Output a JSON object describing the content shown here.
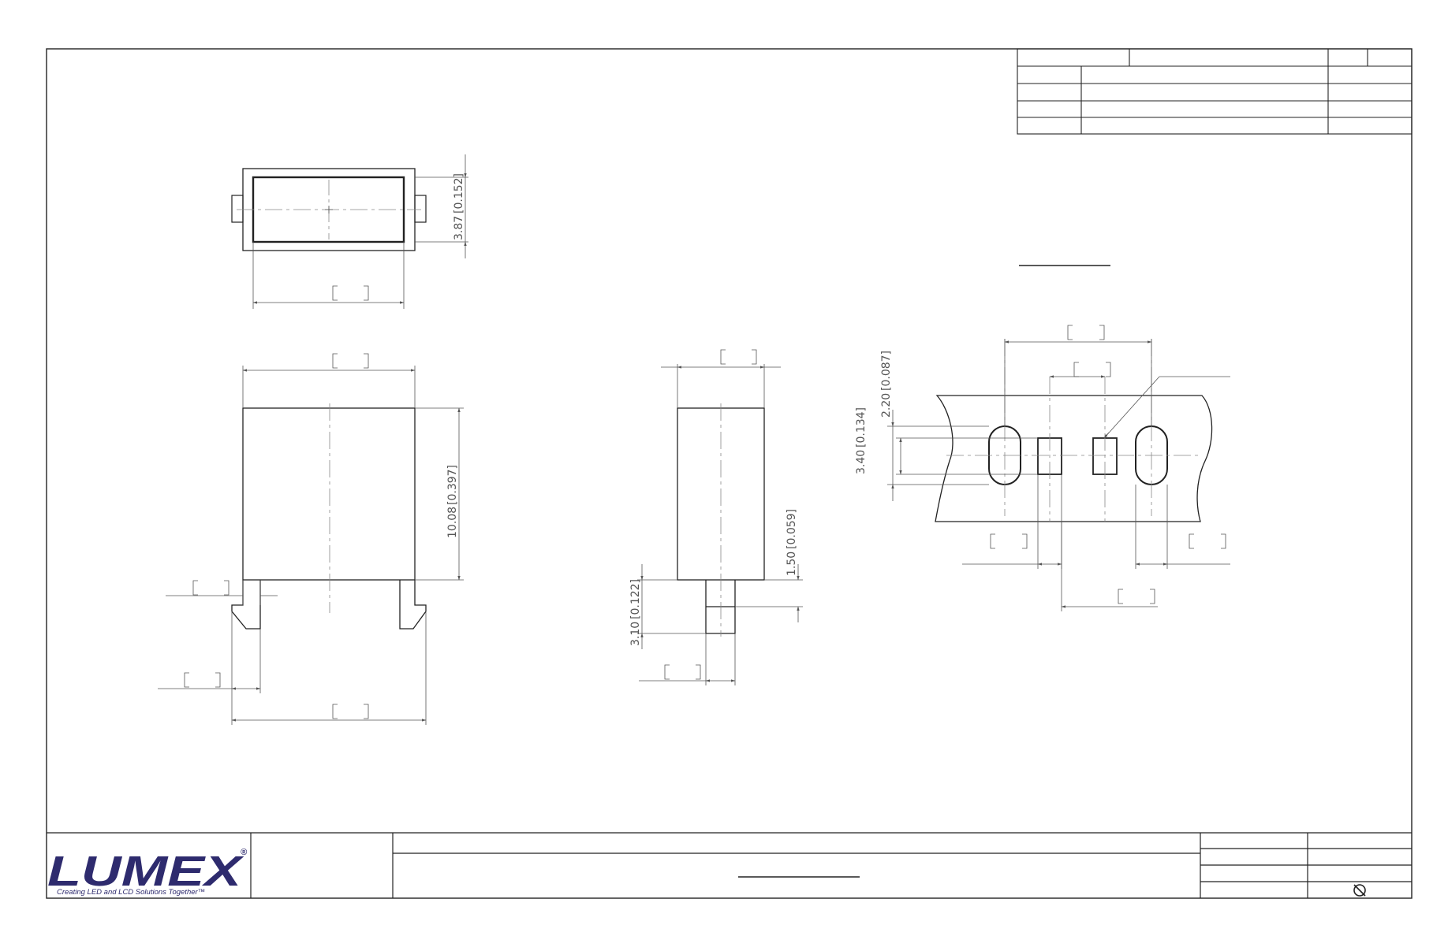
{
  "brand": {
    "logo_text": "LUMEX",
    "registered_mark": "®",
    "tagline": "Creating LED and LCD Solutions Together™",
    "primary_color": "#2e2b6e"
  },
  "symbols": {
    "projection_icon": "projection-symbol-icon"
  },
  "dimensions": {
    "top_view_height": "3.87",
    "top_view_height_in": "[0.152]",
    "front_body_height": "10.08",
    "front_body_height_in": "[0.397]",
    "side_step": "1.50",
    "side_step_in": "[0.059]",
    "side_lead_length": "3.10",
    "side_lead_length_in": "[0.122]",
    "pad_row_spacing": "2.20",
    "pad_row_spacing_in": "[0.087]",
    "pad_column_height": "3.40",
    "pad_column_height_in": "[0.134]"
  }
}
